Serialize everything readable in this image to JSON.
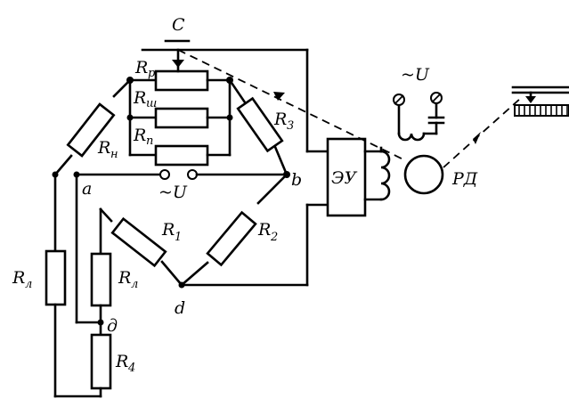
{
  "labels": {
    "C": "C",
    "Rp_main": "R",
    "Rp_sub": "p",
    "Rsh_main": "R",
    "Rsh_sub": "ш",
    "Rpp_main": "R",
    "Rpp_sub": "п",
    "R3_main": "R",
    "R3_sub": "3",
    "Rn_main": "R",
    "Rn_sub": "н",
    "a": "a",
    "b": "b",
    "d": "d",
    "delta": "д",
    "supply_mid": "~U",
    "supply_top": "~U",
    "R1_main": "R",
    "R1_sub": "1",
    "R2_main": "R",
    "R2_sub": "2",
    "Rl_left_main": "R",
    "Rl_left_sub": "л",
    "Rl_mid_main": "R",
    "Rl_mid_sub": "л",
    "R4_main": "R",
    "R4_sub": "4",
    "amplifier": "ЭУ",
    "motor": "РД"
  }
}
